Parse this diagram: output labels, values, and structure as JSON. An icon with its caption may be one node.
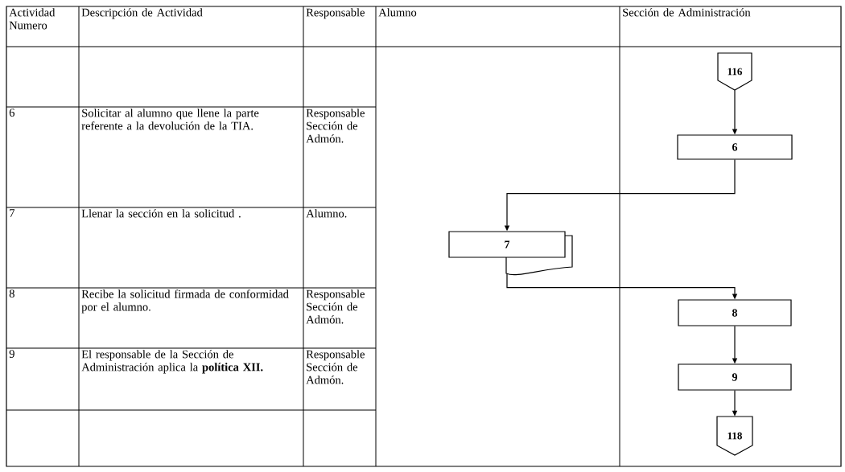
{
  "diagram": {
    "nodes": [
      {
        "text": [
          "116"
        ]
      },
      {
        "text": [
          "6"
        ]
      },
      {
        "text": [
          "7"
        ]
      },
      {
        "text": [
          "8"
        ]
      },
      {
        "text": [
          "9"
        ]
      },
      {
        "text": [
          "118"
        ]
      }
    ],
    "edges": [
      {
        "from": 0,
        "to": 1,
        "arrow": "to"
      },
      {
        "from": 1,
        "to": 2,
        "arrow": "to"
      },
      {
        "from": 2,
        "to": 3,
        "arrow": "to"
      },
      {
        "from": 3,
        "to": 4,
        "arrow": "to"
      },
      {
        "from": 4,
        "to": 5,
        "arrow": "to"
      }
    ],
    "labels": [
      "Actividad Numero",
      "Descripción de Actividad",
      "Responsable",
      "Alumno",
      "Sección de  Administración",
      "6",
      "Solicitar al alumno que llene la parte referente a la devolución de la TIA.",
      "Responsable Sección de Admón.",
      "7",
      "Llenar la sección en la solicitud .",
      "Alumno.",
      "8",
      "Recibe la solicitud firmada de conformidad por el alumno.",
      "Responsable Sección de Admón.",
      "9",
      "El responsable de la Sección de Administración aplica la **política XII.**",
      "Responsable Sección de Admón."
    ]
  }
}
